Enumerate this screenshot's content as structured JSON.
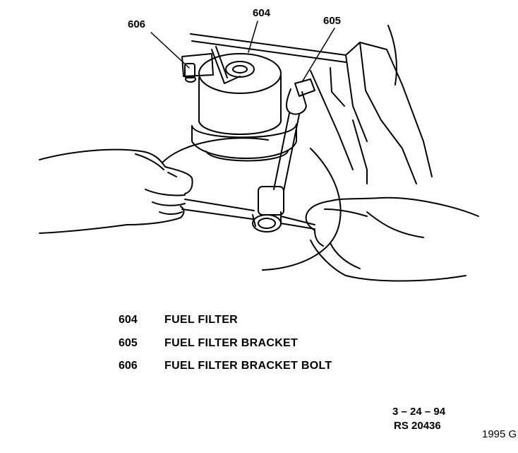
{
  "callouts": [
    "606",
    "604",
    "605"
  ],
  "legend": [
    {
      "num": "604",
      "text": "FUEL FILTER"
    },
    {
      "num": "605",
      "text": "FUEL FILTER BRACKET"
    },
    {
      "num": "606",
      "text": "FUEL FILTER BRACKET BOLT"
    }
  ],
  "footer": {
    "date": "3 – 24 – 94",
    "code": "RS 20436"
  },
  "credit": "1995 G"
}
